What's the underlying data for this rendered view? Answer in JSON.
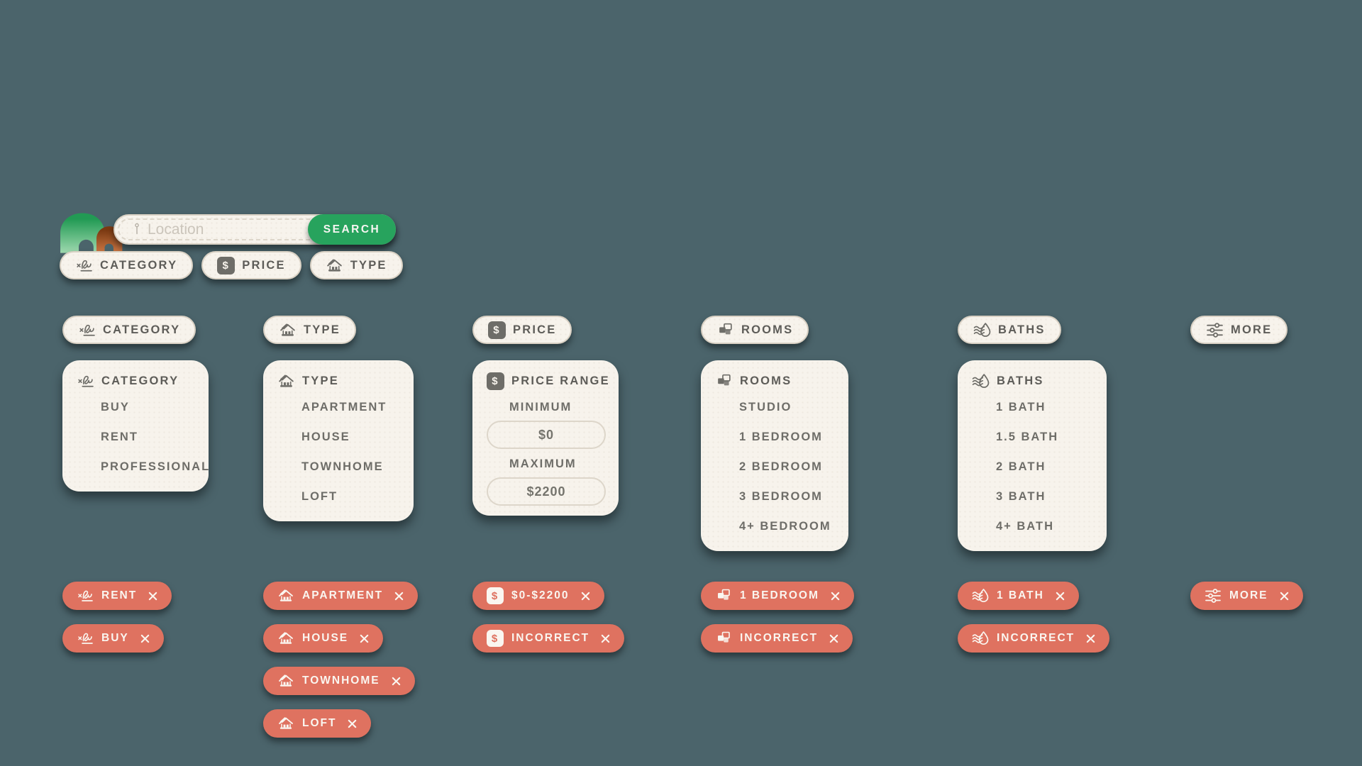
{
  "colors": {
    "background": "#4b646b",
    "surface": "#f7f3ec",
    "surface_border": "#d9d1c4",
    "text_primary": "#5d5c58",
    "text_option": "#6e6d68",
    "accent_green": "#27a35d",
    "chip_red": "#df7260",
    "chip_text": "#faf6f0",
    "logo_green": "#229a54",
    "logo_brown": "#7b3a12"
  },
  "icons": {
    "dollar_glyph": "$"
  },
  "header": {
    "logo_name": "arches-homes-logo",
    "search": {
      "placeholder": "Location",
      "button_label": "SEARCH"
    },
    "quick_filters": [
      {
        "label": "CATEGORY",
        "icon": "signature-icon"
      },
      {
        "label": "PRICE",
        "icon": "dollar-icon"
      },
      {
        "label": "TYPE",
        "icon": "house-icon"
      }
    ]
  },
  "filters": [
    {
      "id": "category",
      "icon": "signature-icon",
      "button_label": "CATEGORY",
      "panel": {
        "title": "CATEGORY",
        "options": [
          "BUY",
          "RENT",
          "PROFESSIONAL"
        ]
      },
      "chips": [
        {
          "label": "RENT"
        },
        {
          "label": "BUY"
        }
      ]
    },
    {
      "id": "type",
      "icon": "house-icon",
      "button_label": "TYPE",
      "panel": {
        "title": "TYPE",
        "options": [
          "APARTMENT",
          "HOUSE",
          "TOWNHOME",
          "LOFT"
        ]
      },
      "chips": [
        {
          "label": "APARTMENT"
        },
        {
          "label": "HOUSE"
        },
        {
          "label": "TOWNHOME"
        },
        {
          "label": "LOFT"
        }
      ]
    },
    {
      "id": "price",
      "icon": "dollar-icon",
      "button_label": "PRICE",
      "panel": {
        "title": "PRICE RANGE",
        "fields": [
          {
            "label": "MINIMUM",
            "value": "$0"
          },
          {
            "label": "MAXIMUM",
            "value": "$2200"
          }
        ]
      },
      "chips": [
        {
          "label": "$0-$2200"
        },
        {
          "label": "INCORRECT"
        }
      ]
    },
    {
      "id": "rooms",
      "icon": "blocks-icon",
      "button_label": "ROOMS",
      "panel": {
        "title": "ROOMS",
        "options": [
          "STUDIO",
          "1 BEDROOM",
          "2 BEDROOM",
          "3 BEDROOM",
          "4+ BEDROOM"
        ]
      },
      "chips": [
        {
          "label": "1 BEDROOM"
        },
        {
          "label": "INCORRECT"
        }
      ]
    },
    {
      "id": "baths",
      "icon": "bath-icon",
      "button_label": "BATHS",
      "panel": {
        "title": "BATHS",
        "options": [
          "1 BATH",
          "1.5 BATH",
          "2 BATH",
          "3 BATH",
          "4+ BATH"
        ]
      },
      "chips": [
        {
          "label": "1 BATH"
        },
        {
          "label": "INCORRECT"
        }
      ]
    },
    {
      "id": "more",
      "icon": "sliders-icon",
      "button_label": "MORE",
      "chips": [
        {
          "label": "MORE"
        }
      ]
    }
  ]
}
